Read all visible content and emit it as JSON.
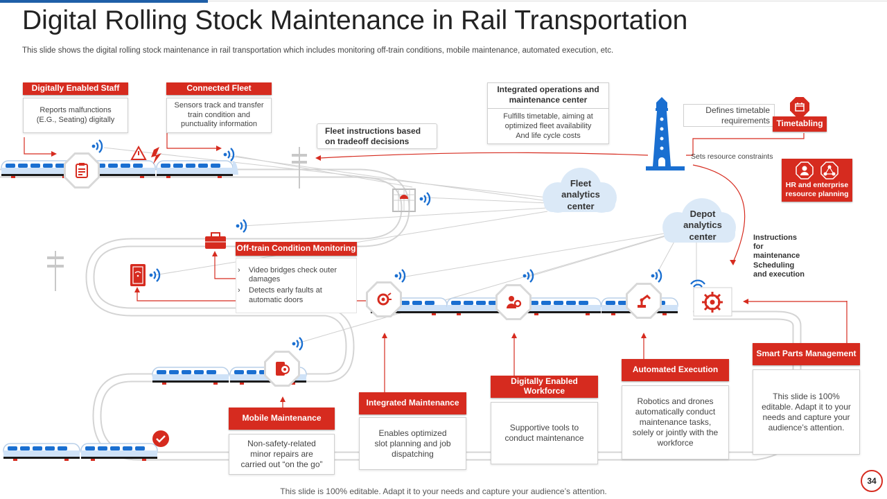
{
  "header": {
    "title": "Digital Rolling Stock Maintenance in Rail Transportation",
    "subtitle": "This slide shows the digital rolling stock maintenance in rail transportation which includes monitoring off-train conditions, mobile maintenance, automated execution, etc."
  },
  "top_left": {
    "staff_label": "Digitally  Enabled  Staff",
    "staff_text": "Reports malfunctions (E.G., Seating) digitally",
    "fleet_label": "Connected Fleet",
    "fleet_text": "Sensors track and transfer train condition and punctuality information"
  },
  "fleet_instructions": "Fleet instructions based on tradeoff decisions",
  "integrated_ops": {
    "title": "Integrated operations and maintenance center",
    "text": "Fulfills timetable,  aiming at optimized  fleet availability And life cycle costs"
  },
  "timetable": {
    "defines": "Defines timetable requirements",
    "label": "Timetabling",
    "constraints": "Sets resource constraints",
    "hr_label": "HR and enterprise resource planning"
  },
  "clouds": {
    "fleet": "Fleet analytics center",
    "depot": "Depot analytics center"
  },
  "instructions": "Instructions for maintenance Scheduling and execution",
  "offtrain": {
    "label": "Off-train Condition Monitoring",
    "items": [
      "Video bridges check outer damages",
      "Detects early faults at automatic doors"
    ]
  },
  "bottom": {
    "mobile_label": "Mobile Maintenance",
    "mobile_text": "Non-safety-related minor repairs are carried out “on the go”",
    "integrated_label": "Integrated Maintenance",
    "integrated_text": "Enables optimized slot planning and job dispatching",
    "workforce_label": "Digitally Enabled Workforce",
    "workforce_text": "Supportive tools to conduct maintenance",
    "automated_label": "Automated Execution",
    "automated_text": "Robotics and drones automatically conduct maintenance tasks, solely or jointly with the workforce",
    "smart_label": "Smart Parts Management",
    "smart_text": "This slide is 100% editable. Adapt it to your needs and capture your audience’s attention."
  },
  "footer": "This slide is 100% editable. Adapt it to your needs and capture your audience’s attention.",
  "page_number": "34",
  "colors": {
    "accent": "#d62b1f",
    "blue": "#1a6fd1",
    "track": "#d4d4d4"
  },
  "icons": [
    "clipboard-icon",
    "warning-icon",
    "lightning-icon",
    "wifi-icon",
    "lighthouse-icon",
    "calendar-icon",
    "person-icon",
    "network-icon",
    "toolbox-icon",
    "door-sensor-icon",
    "gear-icon",
    "robot-arm-icon",
    "check-icon",
    "antenna-icon"
  ]
}
